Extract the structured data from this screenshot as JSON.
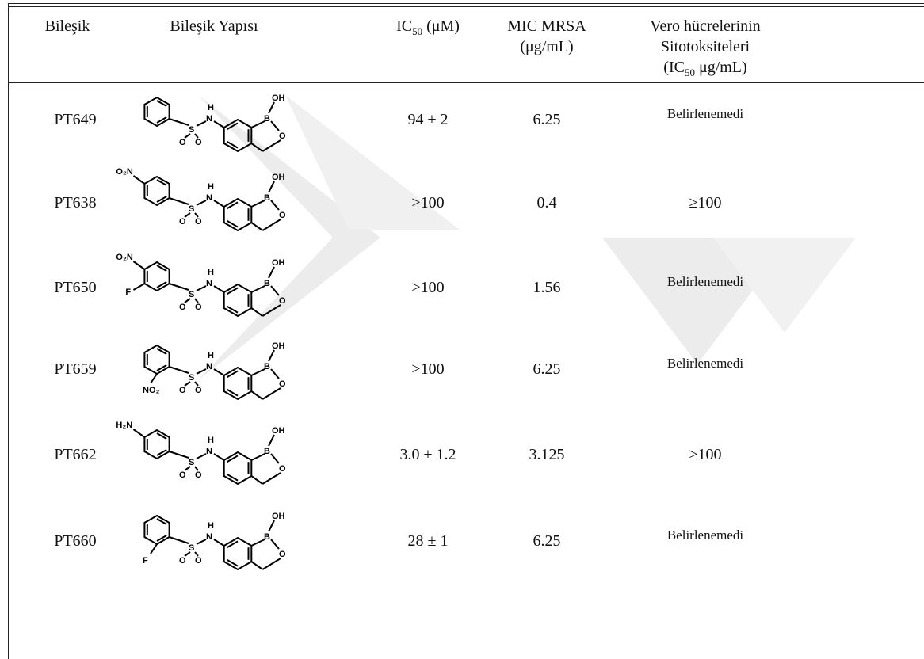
{
  "header": {
    "col1": "Bileşik",
    "col2": "Bileşik Yapısı",
    "col3_main": "IC",
    "col3_sub": "50",
    "col3_rest": " (μM)",
    "col4_line1": "MIC MRSA",
    "col4_line2": "(μg/mL)",
    "col5_line1": "Vero hücrelerinin",
    "col5_line2": "Sitotoksiteleri",
    "col5_line3_main": "(IC",
    "col5_line3_sub": "50",
    "col5_line3_rest": " μg/mL)"
  },
  "rows": [
    {
      "compound": "PT649",
      "ic50": "94 ± 2",
      "mic": "6.25",
      "cytotox": "Belirlenemedi",
      "substituents": []
    },
    {
      "compound": "PT638",
      "ic50": ">100",
      "mic": "0.4",
      "cytotox": "≥100",
      "substituents": [
        "O₂N"
      ]
    },
    {
      "compound": "PT650",
      "ic50": ">100",
      "mic": "1.56",
      "cytotox": "Belirlenemedi",
      "substituents": [
        "O₂N",
        "F"
      ]
    },
    {
      "compound": "PT659",
      "ic50": ">100",
      "mic": "6.25",
      "cytotox": "Belirlenemedi",
      "substituents": [
        "NO₂"
      ]
    },
    {
      "compound": "PT662",
      "ic50": "3.0 ± 1.2",
      "mic": "3.125",
      "cytotox": "≥100",
      "substituents": [
        "H₂N"
      ]
    },
    {
      "compound": "PT660",
      "ic50": "28 ± 1",
      "mic": "6.25",
      "cytotox": "Belirlenemedi",
      "substituents": [
        "F"
      ]
    }
  ],
  "structure_atoms": {
    "oh": "OH",
    "b": "B",
    "o": "O",
    "n": "N",
    "h": "H",
    "s": "S"
  },
  "colors": {
    "rule": "#222222",
    "watermark": "#e8e8e8"
  }
}
